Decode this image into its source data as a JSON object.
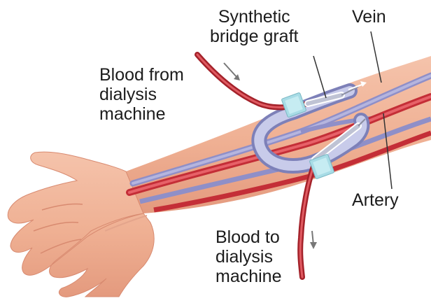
{
  "labels": {
    "synthetic_graft": [
      "Synthetic",
      "bridge graft"
    ],
    "vein": "Vein",
    "blood_from": [
      "Blood from",
      "dialysis",
      "machine"
    ],
    "blood_to": [
      "Blood to",
      "dialysis",
      "machine"
    ],
    "artery": "Artery"
  },
  "colors": {
    "skin": "#f2b79c",
    "skin_shade": "#e29a7f",
    "artery": "#d23a42",
    "vein": "#9f9fcf",
    "graft": "#b9bde0",
    "tape": "#a9dfe8",
    "leader": "#333333"
  }
}
